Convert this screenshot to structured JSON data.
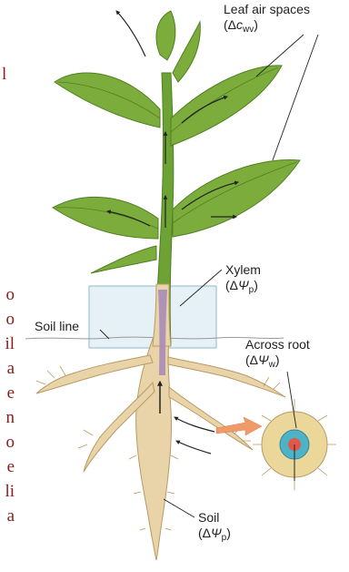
{
  "labels": {
    "leaf": {
      "name": "Leaf air spaces",
      "open": "(Δ",
      "sym": "c",
      "sub": "wv",
      "close": ")"
    },
    "xylem": {
      "name": "Xylem",
      "open": "(Δ",
      "sym": "Ψ",
      "sub": "p",
      "close": ")"
    },
    "soil_line": "Soil line",
    "root": {
      "name": "Across root",
      "open": "(Δ",
      "sym": "Ψ",
      "sub": "w",
      "close": ")"
    },
    "soil": {
      "name": "Soil",
      "open": "(Δ",
      "sym": "Ψ",
      "sub": "p",
      "close": ")"
    }
  },
  "cut_text": {
    "top": [
      "l"
    ],
    "side": [
      "o",
      "o",
      "il",
      "a",
      "e",
      "n",
      "o",
      "e",
      "li",
      "a"
    ]
  },
  "colors": {
    "leaf": "#7cad3c",
    "leaf_dark": "#4f7f22",
    "stem": "#6da234",
    "root": "#e8d4a8",
    "root_edge": "#b89a62",
    "xylem": "#a78cb8",
    "box_fill": "#cfe6f0",
    "root_section": "#ecd79a",
    "stele": "#4fb3c7",
    "arrow_orange": "#f09a6a",
    "cut_text": "#8b1a1a"
  }
}
